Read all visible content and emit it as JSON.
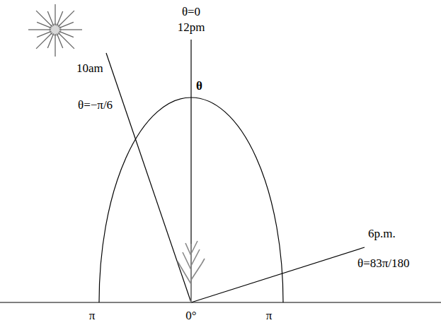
{
  "diagram": {
    "labels": [
      "θ=0",
      "12pm",
      "θ",
      "10am",
      "θ=−π/6",
      "6p.m.",
      "θ=83π/180",
      "π",
      "0°",
      "π"
    ]
  }
}
